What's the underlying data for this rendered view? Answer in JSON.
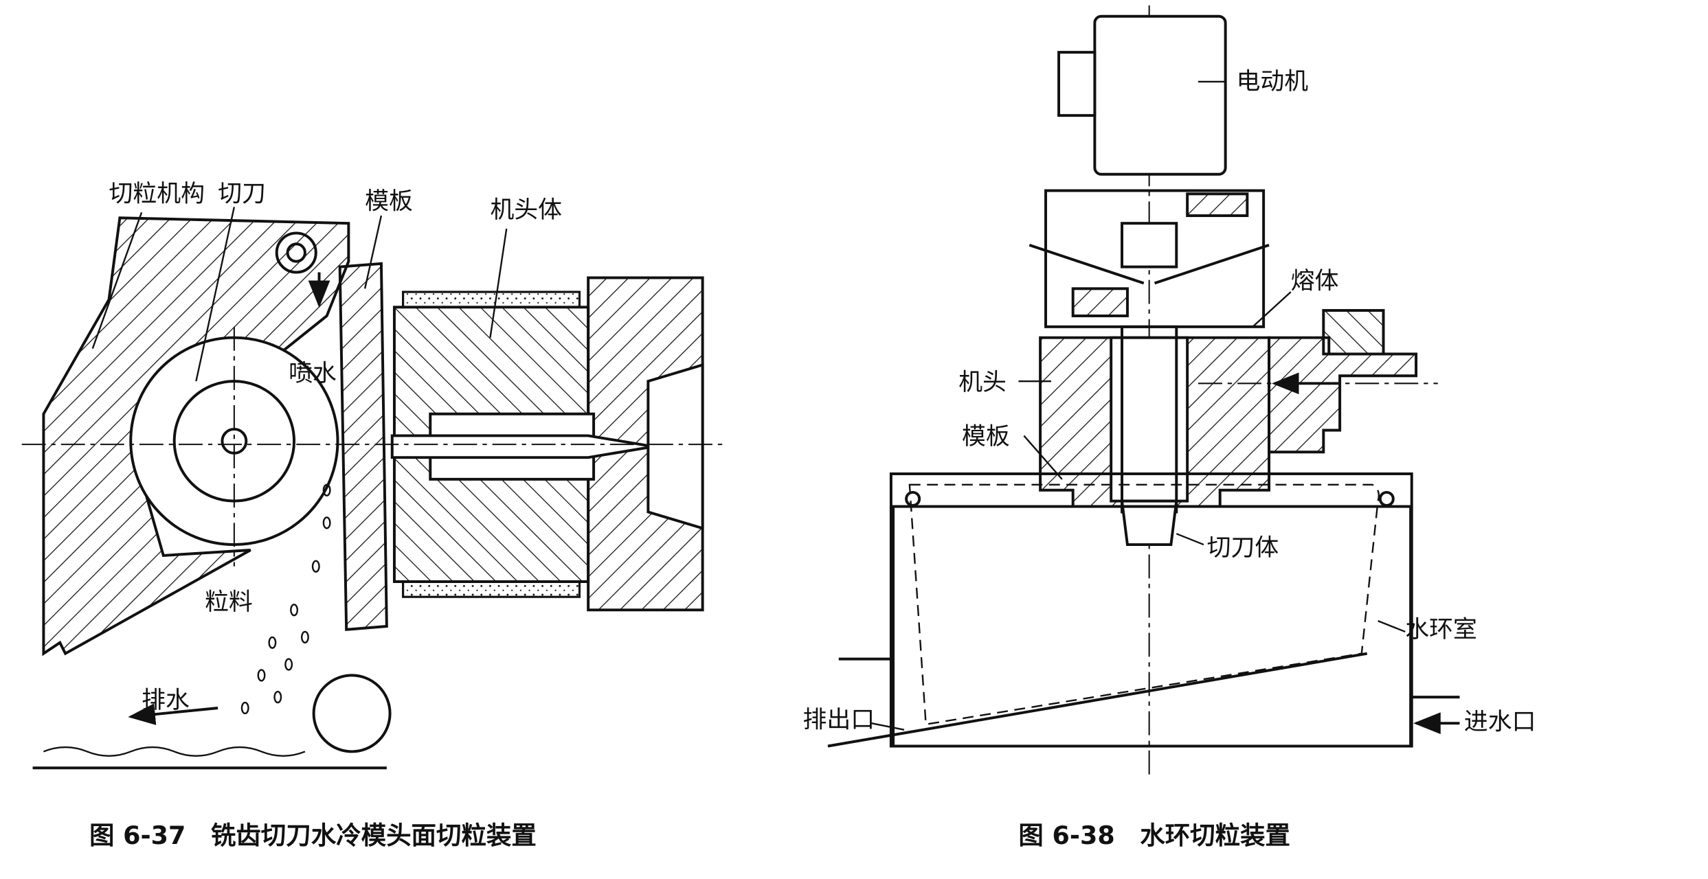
{
  "figure_left": {
    "labels": {
      "cutting_mechanism": "切粒机构",
      "cutter": "切刀",
      "die_plate": "模板",
      "die_head_body": "机头体",
      "water_spray": "喷水",
      "pellets": "粒料",
      "drain": "排水"
    },
    "caption": "图 6-37　铣齿切刀水冷模头面切粒装置"
  },
  "figure_right": {
    "labels": {
      "motor": "电动机",
      "melt": "熔体",
      "die_head": "机头",
      "die_plate": "模板",
      "cutter_body": "切刀体",
      "water_ring_chamber": "水环室",
      "outlet": "排出口",
      "water_inlet": "进水口"
    },
    "caption": "图 6-38　水环切粒装置"
  }
}
